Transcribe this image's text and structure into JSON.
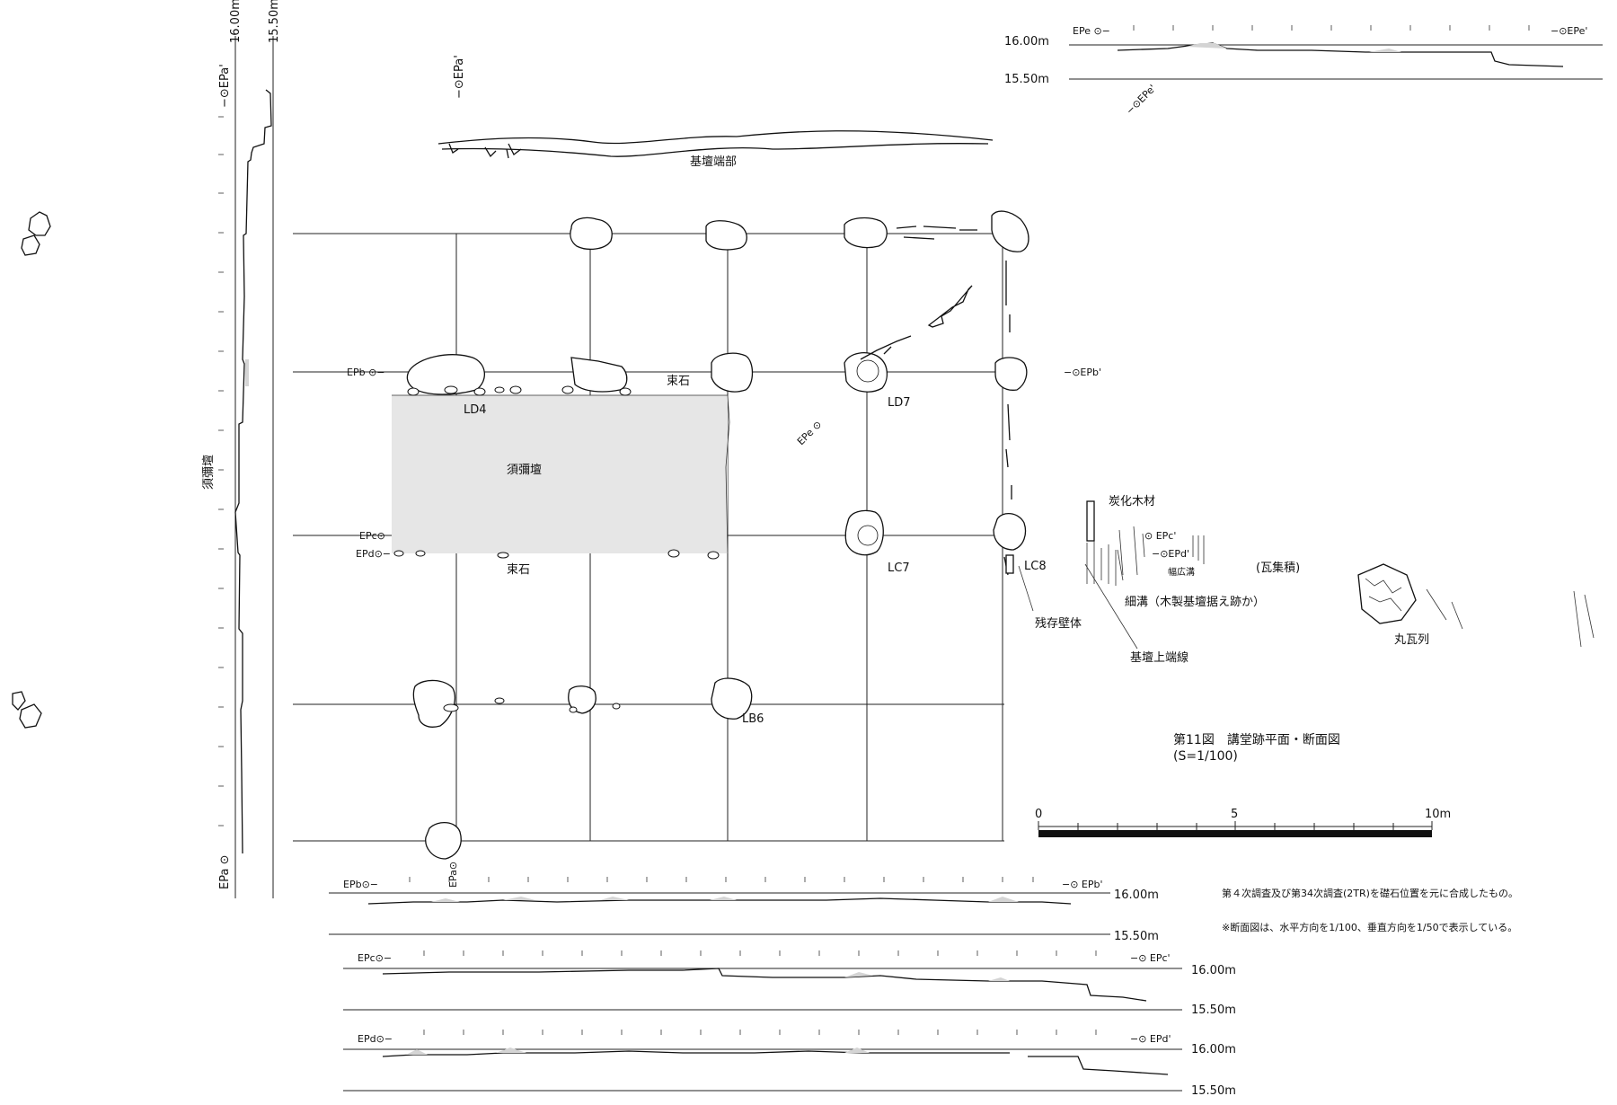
{
  "figure": {
    "title": "第11図　講堂跡平面・断面図",
    "scale_note": "(S=1/100)",
    "notes": [
      "第４次調査及び第34次調査(2TR)を礎石位置を元に合成したもの。",
      "※断面図は、水平方向を1/100、垂直方向を1/50で表示している。"
    ]
  },
  "plan_labels": {
    "kidan_edge": "基壇端部",
    "shumidan": "須彌壇",
    "tsukaishi_upper": "束石",
    "tsukaishi_lower": "束石",
    "ld4": "LD4",
    "ld7": "LD7",
    "lc7": "LC7",
    "lc8": "LC8",
    "lb6": "LB6",
    "carbonized_wood": "炭化木材",
    "tile_pile": "(瓦集積)",
    "narrow_ditch": "細溝（木製基壇据え跡か）",
    "wide_ditch": "幅広溝",
    "remaining_wall": "残存壁体",
    "platform_top_line": "基壇上端線",
    "round_tile_row": "丸瓦列"
  },
  "points": {
    "epa": "EPa ⊙",
    "epa_end": "−⊙EPa'",
    "epa_plan_end": "−⊙EPa'",
    "epa_plan": "EPa⊙",
    "epb": "EPb ⊙−",
    "epb_end": "−⊙EPb'",
    "epc": "EPc⊙",
    "epc_end": "⊙  EPc'",
    "epd": "EPd⊙−",
    "epd_end": "−⊙EPd'",
    "epe_plan": "EPe ⊙",
    "epe_end_plan": "−⊙EPe'",
    "epe": "EPe ⊙−",
    "epe_end": "−⊙EPe'"
  },
  "sections": {
    "a": {
      "start": "",
      "end": "",
      "upper": "16.00m",
      "lower": "15.50m"
    },
    "b": {
      "start": "EPb⊙−",
      "end": "−⊙ EPb'",
      "upper": "16.00m",
      "lower": "15.50m"
    },
    "c": {
      "start": "EPc⊙−",
      "end": "−⊙ EPc'",
      "upper": "16.00m",
      "lower": "15.50m"
    },
    "d": {
      "start": "EPd⊙−",
      "end": "−⊙ EPd'",
      "upper": "16.00m",
      "lower": "15.50m"
    },
    "e": {
      "start": "EPe ⊙−",
      "end": "−⊙EPe'",
      "upper": "16.00m",
      "lower": "15.50m"
    }
  },
  "scale_bar": {
    "ticks": [
      "0",
      "5",
      "10m"
    ]
  },
  "colors": {
    "line": "#222222",
    "shumidan_fill": "#e6e6e6",
    "profile_fill": "#d4d4d4"
  }
}
